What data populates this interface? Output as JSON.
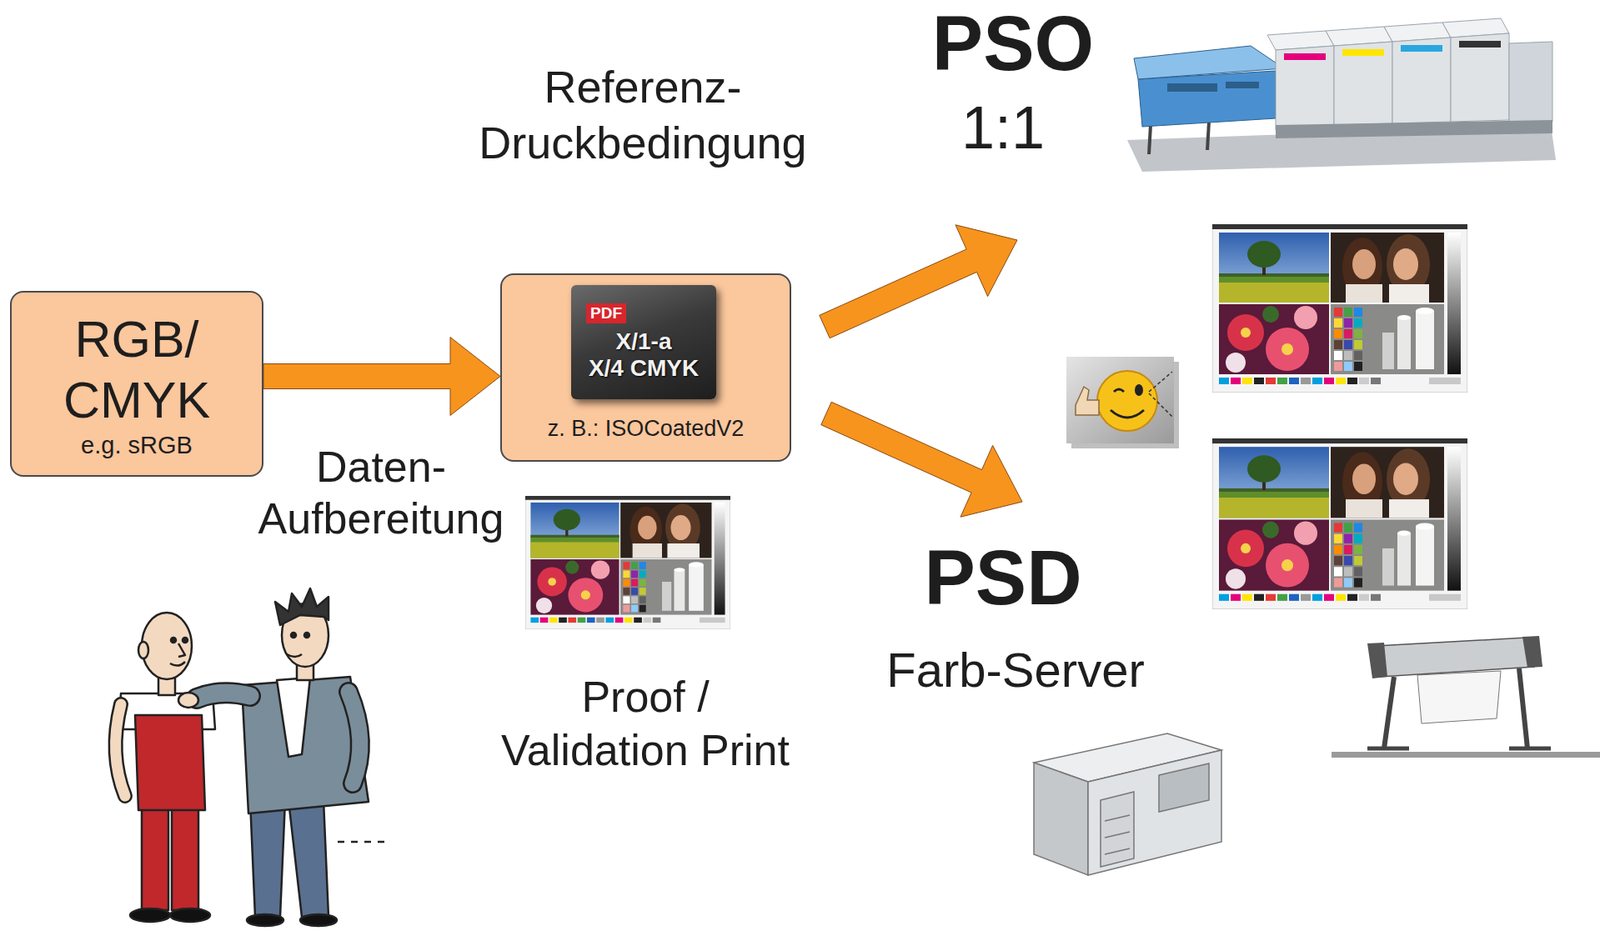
{
  "diagram": {
    "nodes": [
      {
        "text": [
          "RGB/ CMYK",
          "e.g. sRGB"
        ]
      },
      {
        "text": [
          "z. B.: ISOCoatedV2"
        ]
      },
      {
        "text": [
          "PDF",
          "X/1-a",
          "X/4 CMYK"
        ],
        "in": 1
      }
    ],
    "edges": [
      {
        "from": 0,
        "to": 1,
        "arrow": "to"
      }
    ],
    "labels": [
      "Referenz- Druckbedingung",
      "PSO",
      "1:1",
      "Daten- Aufbereitung",
      "Proof / Validation Print",
      "PSD",
      "Farb-Server"
    ]
  }
}
